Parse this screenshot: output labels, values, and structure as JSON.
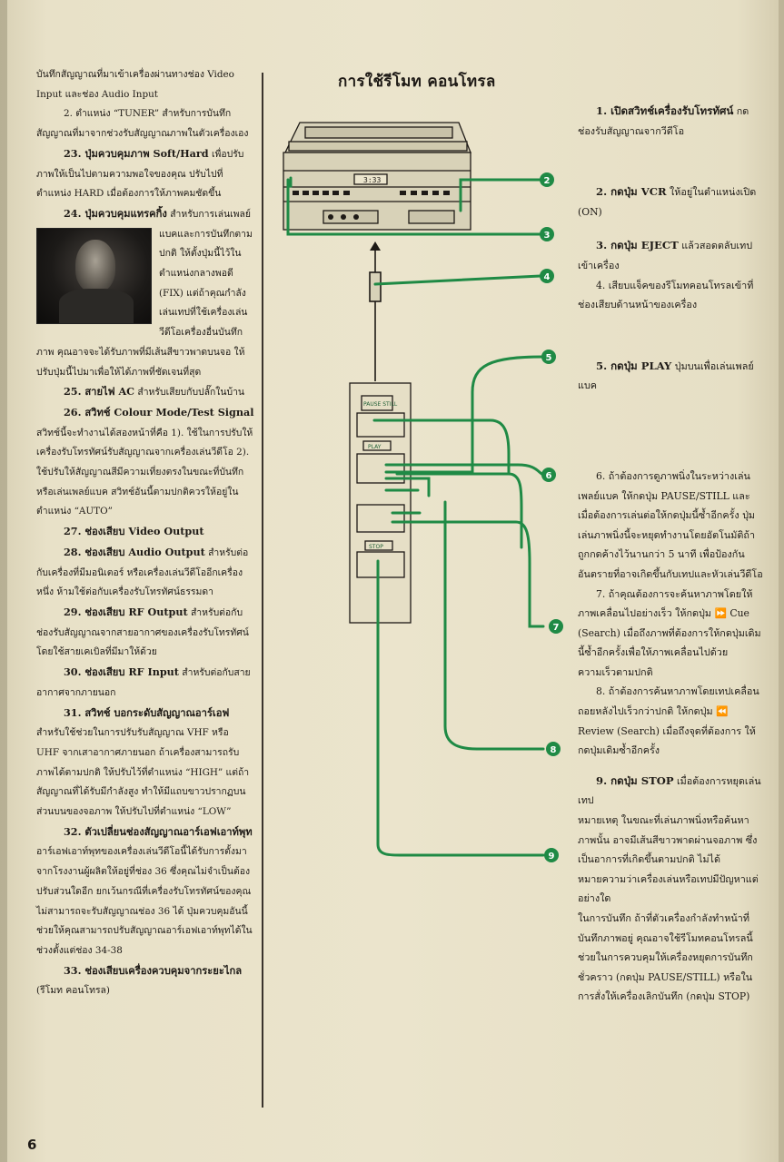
{
  "page_number": "6",
  "title": "การใช้รีโมท คอนโทรล",
  "left_column": [
    {
      "heading": "",
      "text": "บันทึกสัญญาณที่มาเข้าเครื่องผ่านทางช่อง Video Input และช่อง Audio Input"
    },
    {
      "heading": "",
      "text": "2. ตำแหน่ง “TUNER” สำหรับการบันทึกสัญญาณที่มาจากช่วงรับสัญญาณภาพในตัวเครื่องเอง"
    },
    {
      "heading": "23. ปุ่มควบคุมภาพ Soft/Hard",
      "text": "เพื่อปรับภาพให้เป็นไปตามความพอใจของคุณ ปรับไปที่ตำแหน่ง HARD เมื่อต้องการให้ภาพคมชัดขึ้น"
    },
    {
      "heading": "24. ปุ่มควบคุมแทรคกิ้ง",
      "text": "สำหรับการเล่นเพลย์แบคและการบันทึกตามปกติ ให้ตั้งปุ่มนี้ไว้ในตำแหน่งกลางพอดี (FIX) แต่ถ้าคุณกำลังเล่นเทปที่ใช้เครื่องเล่นวีดีโอเครื่องอื่นบันทึกภาพ คุณอาจจะได้รับภาพที่มีเส้นสีขาวพาดบนจอ ให้ปรับปุ่มนี้ไปมาเพื่อให้ได้ภาพที่ชัดเจนที่สุด"
    },
    {
      "heading": "25. สายไฟ AC",
      "text": "สำหรับเสียบกับปลั๊กในบ้าน"
    },
    {
      "heading": "26. สวิทช์ Colour Mode/Test Signal",
      "text": "สวิทช์นี้จะทำงานได้สองหน้าที่คือ 1). ใช้ในการปรับให้เครื่องรับโทรทัศน์รับสัญญาณจากเครื่องเล่นวีดีโอ 2). ใช้ปรับให้สัญญาณสีมีความเที่ยงตรงในขณะที่บันทึกหรือเล่นเพลย์แบค สวิทช์อันนี้ตามปกติควรให้อยู่ในตำแหน่ง “AUTO”"
    },
    {
      "heading": "27. ช่องเสียบ Video Output",
      "text": ""
    },
    {
      "heading": "28. ช่องเสียบ Audio Output",
      "text": "สำหรับต่อกับเครื่องที่มีมอนิเตอร์ หรือเครื่องเล่นวีดีโออีกเครื่องหนึ่ง ห้ามใช้ต่อกับเครื่องรับโทรทัศน์ธรรมดา"
    },
    {
      "heading": "29. ช่องเสียบ RF Output",
      "text": "สำหรับต่อกับช่องรับสัญญาณจากสายอากาศของเครื่องรับโทรทัศน์โดยใช้สายเคเบิลที่มีมาให้ด้วย"
    },
    {
      "heading": "30. ช่องเสียบ RF Input",
      "text": "สำหรับต่อกับสายอากาศจากภายนอก"
    },
    {
      "heading": "31. สวิทช์ บอกระดับสัญญาณอาร์เอฟ",
      "text": "สำหรับใช้ช่วยในการปรับรับสัญญาณ VHF หรือ UHF จากเสาอากาศภายนอก ถ้าเครื่องสามารถรับภาพได้ตามปกติ ให้ปรับไว้ที่ตำแหน่ง “HIGH” แต่ถ้าสัญญาณที่ได้รับมีกำลังสูง ทำให้มีแถบขาวปรากฏบนส่วนบนของจอภาพ ให้ปรับไปที่ตำแหน่ง “LOW”"
    },
    {
      "heading": "32. ตัวเปลี่ยนช่องสัญญาณอาร์เอฟเอาท์พุท",
      "text": "อาร์เอฟเอาท์พุทของเครื่องเล่นวีดีโอนี้ได้รับการตั้งมาจากโรงงานผู้ผลิตให้อยู่ที่ช่อง 36 ซึ่งคุณไม่จำเป็นต้องปรับส่วนใดอีก ยกเว้นกรณีที่เครื่องรับโทรทัศน์ของคุณไม่สามารถจะรับสัญญาณช่อง 36 ได้ ปุ่มควบคุมอันนี้ช่วยให้คุณสามารถปรับสัญญาณอาร์เอฟเอาท์พุทได้ในช่วงตั้งแต่ช่อง 34-38"
    },
    {
      "heading": "33. ช่องเสียบเครื่องควบคุมจากระยะไกล",
      "text": "(รีโมท คอนโทรล)"
    }
  ],
  "right_column": [
    {
      "lead": "1. เปิดสวิทช์เครื่องรับโทรทัศน์",
      "text": "กดช่องรับสัญญาณจากวีดีโอ"
    },
    {
      "lead": "2. กดปุ่ม VCR",
      "text": "ให้อยู่ในตำแหน่งเปิด (ON)"
    },
    {
      "lead": "3. กดปุ่ม EJECT",
      "text": "แล้วสอดตลับเทปเข้าเครื่อง"
    },
    {
      "lead": "",
      "text": "4. เสียบแจ็คของรีโมทคอนโทรลเข้าที่ช่องเสียบด้านหน้าของเครื่อง"
    },
    {
      "lead": "5. กดปุ่ม PLAY",
      "text": "ปุ่มบนเพื่อเล่นเพลย์แบค"
    },
    {
      "lead": "",
      "text": "6. ถ้าต้องการดูภาพนิ่งในระหว่างเล่นเพลย์แบค ให้กดปุ่ม PAUSE/STILL และเมื่อต้องการเล่นต่อให้กดปุ่มนี้ซ้ำอีกครั้ง ปุ่มเล่นภาพนิ่งนี้จะหยุดทำงานโดยอัตโนมัติถ้าถูกกดค้างไว้นานกว่า 5 นาที เพื่อป้องกันอันตรายที่อาจเกิดขึ้นกับเทปและหัวเล่นวีดีโอ"
    },
    {
      "lead": "",
      "text": "7. ถ้าคุณต้องการจะค้นหาภาพโดยให้ภาพเคลื่อนไปอย่างเร็ว ให้กดปุ่ม ⏩ Cue (Search) เมื่อถึงภาพที่ต้องการให้กดปุ่มเดิมนี้ซ้ำอีกครั้งเพื่อให้ภาพเคลื่อนไปด้วยความเร็วตามปกติ"
    },
    {
      "lead": "",
      "text": "8. ถ้าต้องการค้นหาภาพโดยเทปเคลื่อนถอยหลังไปเร็วกว่าปกติ ให้กดปุ่ม ⏪ Review (Search) เมื่อถึงจุดที่ต้องการ ให้กดปุ่มเดิมซ้ำอีกครั้ง"
    },
    {
      "lead": "9. กดปุ่ม STOP",
      "text": "เมื่อต้องการหยุดเล่นเทป"
    },
    {
      "lead": "",
      "text": "หมายเหตุ ในขณะที่เล่นภาพนิ่งหรือค้นหาภาพนั้น อาจมีเส้นสีขาวพาดผ่านจอภาพ ซึ่งเป็นอาการที่เกิดขึ้นตามปกติ ไม่ได้หมายความว่าเครื่องเล่นหรือเทปมีปัญหาแต่อย่างใด"
    },
    {
      "lead": "",
      "text": "ในการบันทึก ถ้าที่ตัวเครื่องกำลังทำหน้าที่บันทึกภาพอยู่ คุณอาจใช้รีโมทคอนโทรลนี้ช่วยในการควบคุมให้เครื่องหยุดการบันทึกชั่วคราว (กดปุ่ม PAUSE/STILL) หรือในการสั่งให้เครื่องเลิกบันทึก (กดปุ่ม STOP)"
    }
  ],
  "diagram": {
    "remote_labels": [
      "PAUSE STILL",
      "PLAY",
      "STOP"
    ],
    "vcr_display": "3:33",
    "callouts": [
      "2",
      "3",
      "4",
      "5",
      "6",
      "7",
      "8",
      "9"
    ],
    "colors": {
      "green": "#1f8a45",
      "callout_fill": "#1f8a45",
      "ink": "#1e1a16"
    }
  }
}
